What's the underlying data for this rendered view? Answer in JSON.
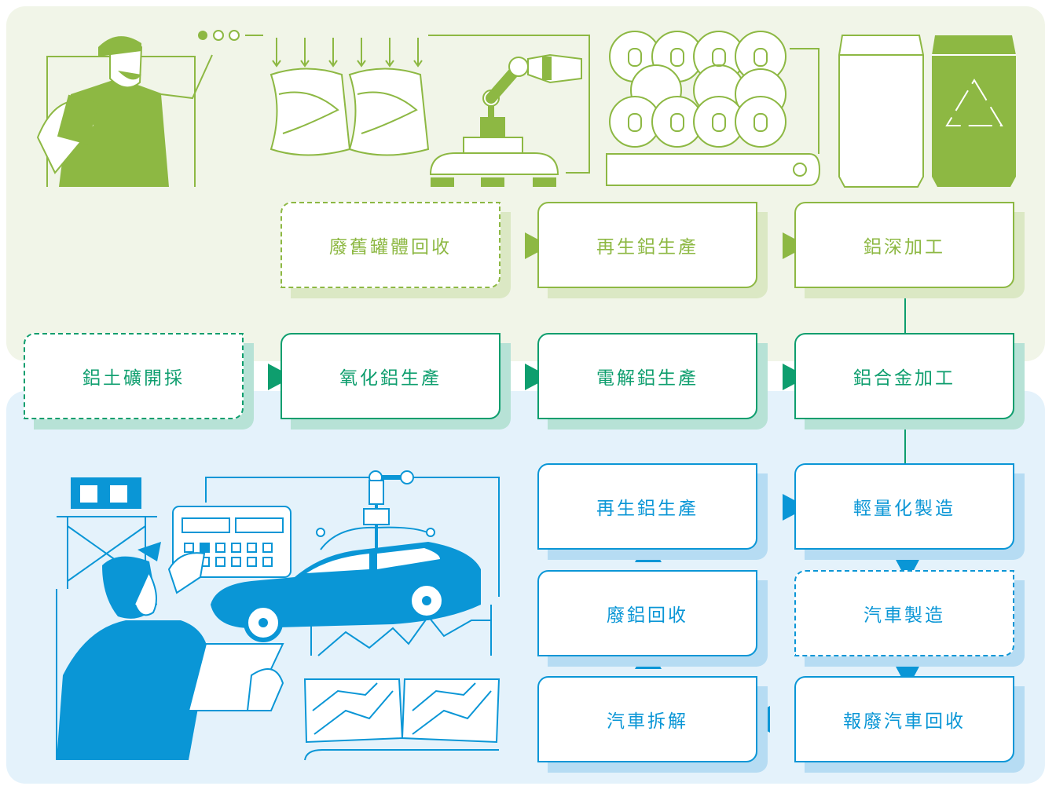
{
  "nodes": {
    "can_recycle": "廢舊罐體回收",
    "can_recycled_production": "再生鋁生產",
    "deep_processing": "鋁深加工",
    "bauxite_mining": "鋁土礦開採",
    "alumina_production": "氧化鋁生產",
    "electrolytic_production": "電解鋁生產",
    "alloy_processing": "鋁合金加工",
    "car_recycled_production": "再生鋁生產",
    "lightweight_manufacturing": "輕量化製造",
    "scrap_aluminum_recycle": "廢鋁回收",
    "car_manufacturing": "汽車製造",
    "car_dismantling": "汽車拆解",
    "end_of_life_recycle": "報廢汽車回收"
  },
  "colors": {
    "green": "#8db843",
    "teal": "#0e9e6e",
    "blue": "#0a96d6",
    "green_panel": "#f1f5e8",
    "blue_panel": "#e4f2fb"
  },
  "illustrations": {
    "top": [
      "worker-icon",
      "crushed-cans-icon",
      "robot-arm-icon",
      "can-lids-icon",
      "aluminum-can-icon",
      "recycle-can-icon"
    ],
    "bottom": [
      "engineer-icon",
      "control-panel-icon",
      "car-on-lift-icon",
      "aluminum-sheets-icon"
    ]
  }
}
